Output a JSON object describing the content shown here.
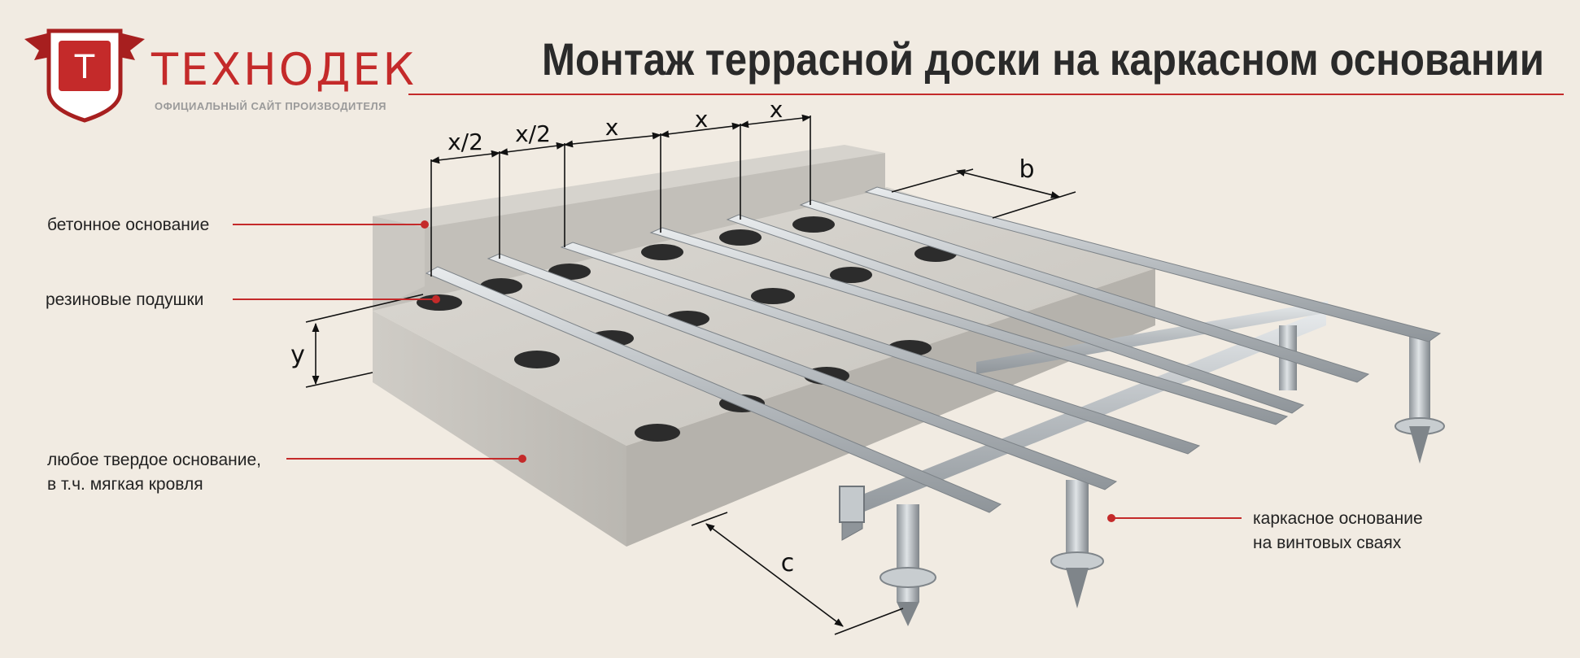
{
  "header": {
    "title": "Монтаж террасной доски на каркасном основании",
    "logo_initial": "Т",
    "logo_name": "ТЕХНОДЕК",
    "logo_tagline": "ОФИЦИАЛЬНЫЙ САЙТ ПРОИЗВОДИТЕЛЯ"
  },
  "labels": {
    "concrete": "бетонное основание",
    "pads": "резиновые подушки",
    "base_line1": "любое твердое основание,",
    "base_line2": "в т.ч.  мягкая кровля",
    "frame_line1": "каркасное основание",
    "frame_line2": "на винтовых сваях"
  },
  "dimensions": {
    "spacing": [
      "x/2",
      "x/2",
      "x",
      "x",
      "x"
    ],
    "b": "b",
    "y": "y",
    "c": "c"
  },
  "colors": {
    "accent": "#c42a2a",
    "title": "#2a2a2a",
    "concrete": "#c9c6c0",
    "metal": "#b4b9bd"
  }
}
